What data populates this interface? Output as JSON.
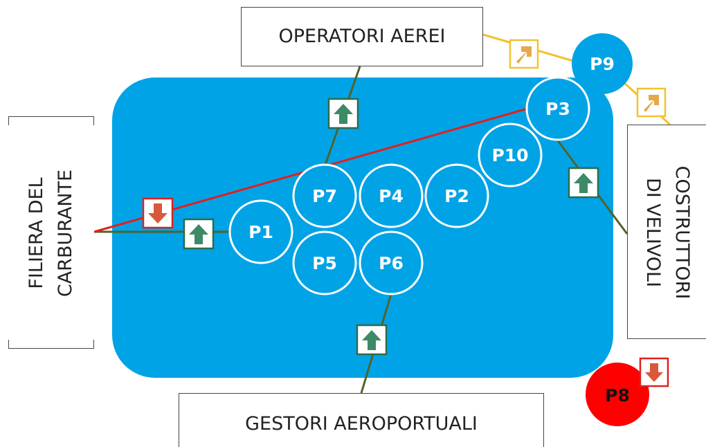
{
  "stakeholders": {
    "top": "OPERATORI AEREI",
    "bottom": "GESTORI AEROPORTUALI",
    "left_line1": "FILIERA DEL",
    "left_line2": "CARBURANTE",
    "right_line1": "COSTRUTTORI",
    "right_line2": "DI VELIVOLI"
  },
  "nodes": {
    "p1": "P1",
    "p2": "P2",
    "p3": "P3",
    "p4": "P4",
    "p5": "P5",
    "p6": "P6",
    "p7": "P7",
    "p8": "P8",
    "p9": "P9",
    "p10": "P10"
  },
  "colors": {
    "core": "#00a3e6",
    "positive_link": "#52632a",
    "negative_link": "#e0201e",
    "external_link": "#f2c12e",
    "positive_arrow": "#2f7a55",
    "negative_arrow": "#e0201e",
    "external_arrow": "#e6a84a",
    "p8": "#ff0000"
  }
}
